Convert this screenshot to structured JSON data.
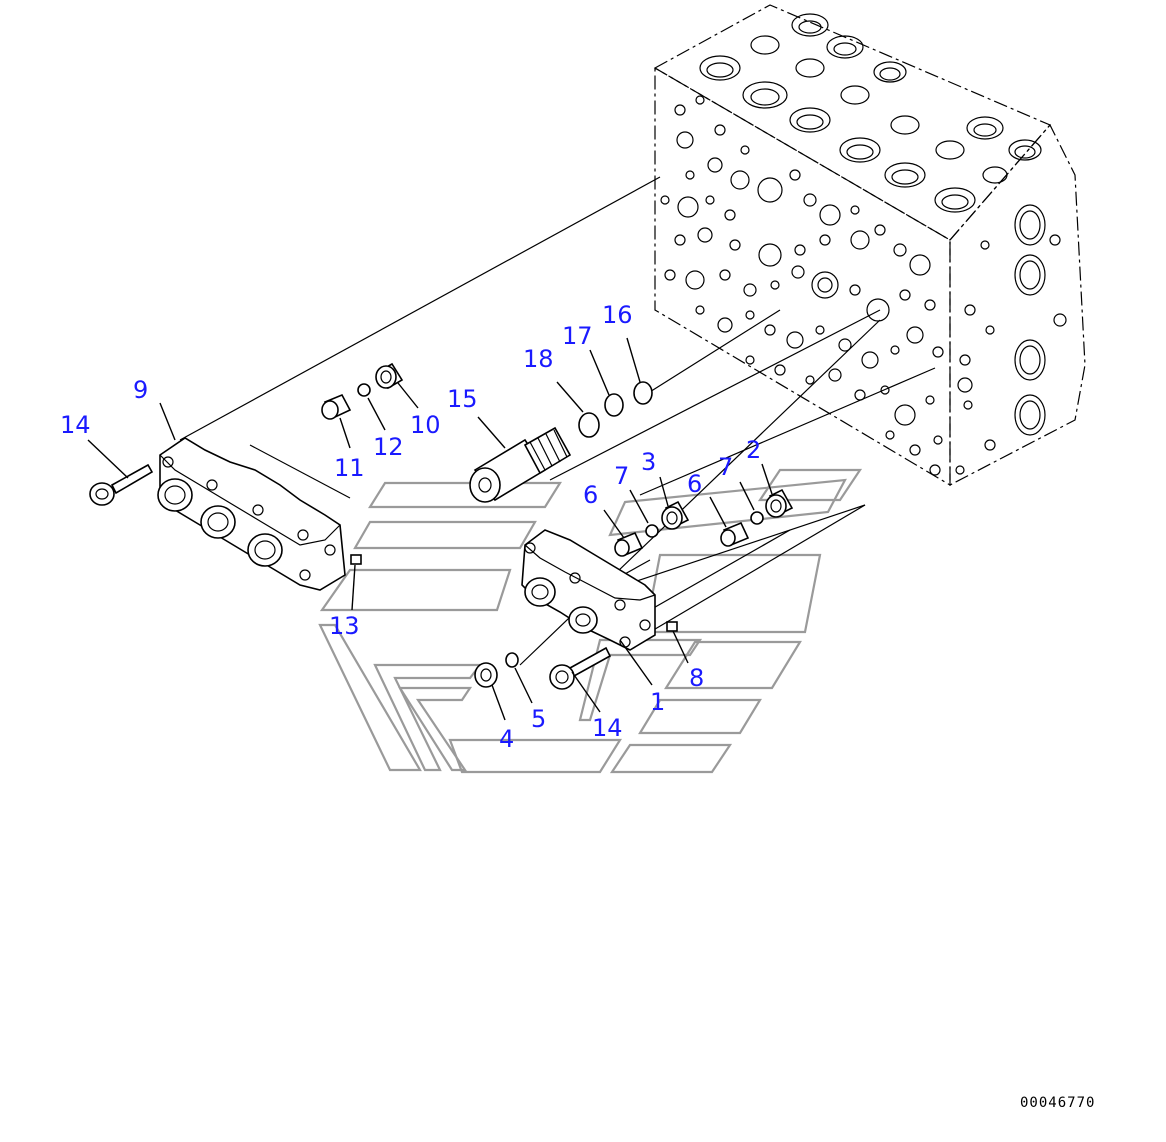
{
  "diagram": {
    "document_number": "00046770",
    "callouts": [
      "1",
      "2",
      "3",
      "4",
      "5",
      "6",
      "6",
      "7",
      "7",
      "8",
      "9",
      "10",
      "11",
      "12",
      "13",
      "14",
      "14",
      "15",
      "16",
      "17",
      "18"
    ]
  }
}
